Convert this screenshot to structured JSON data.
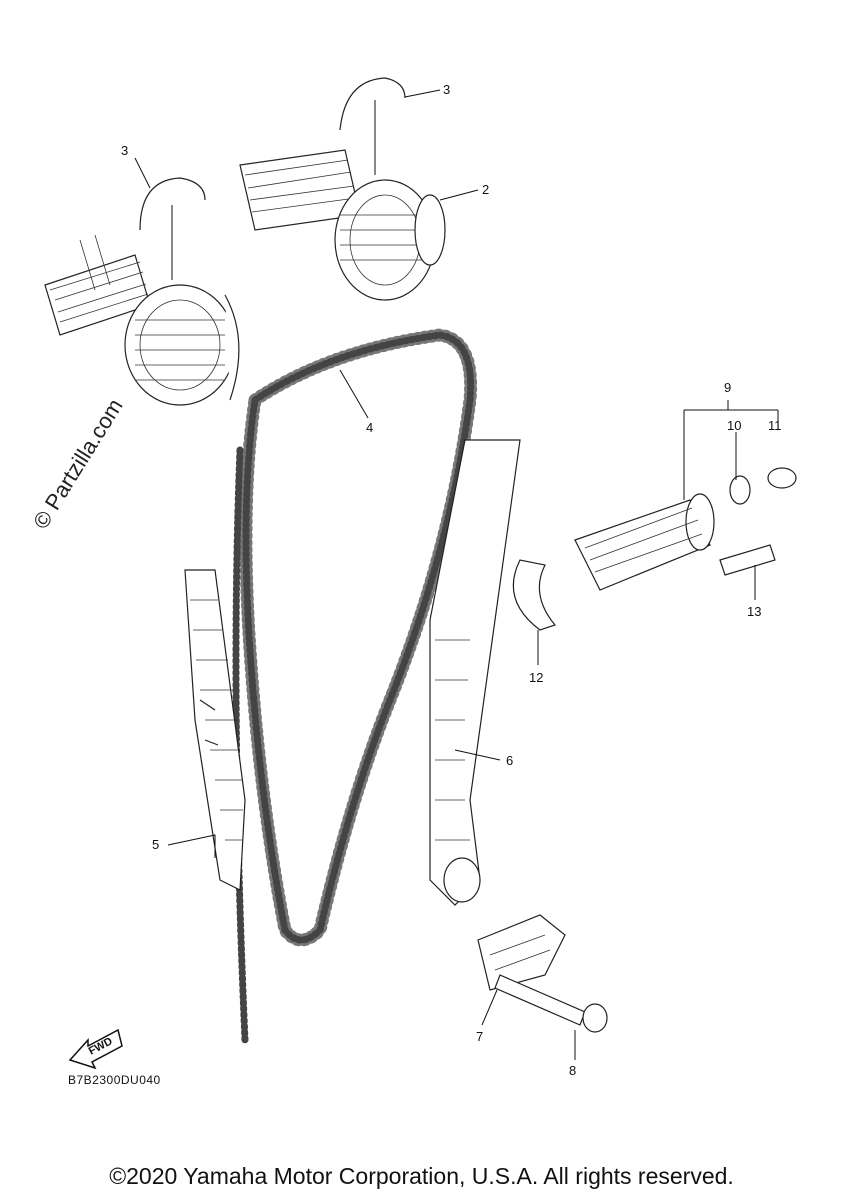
{
  "watermark": "© Partzilla.com",
  "callouts": {
    "c2": "2",
    "c3a": "3",
    "c3b": "3",
    "c4": "4",
    "c5": "5",
    "c6": "6",
    "c7": "7",
    "c8": "8",
    "c9": "9",
    "c10": "10",
    "c11": "11",
    "c12": "12",
    "c13": "13"
  },
  "fwd_label": "FWD",
  "diagram_code": "B7B2300DU040",
  "copyright": "©2020 Yamaha Motor Corporation, U.S.A. All rights reserved."
}
